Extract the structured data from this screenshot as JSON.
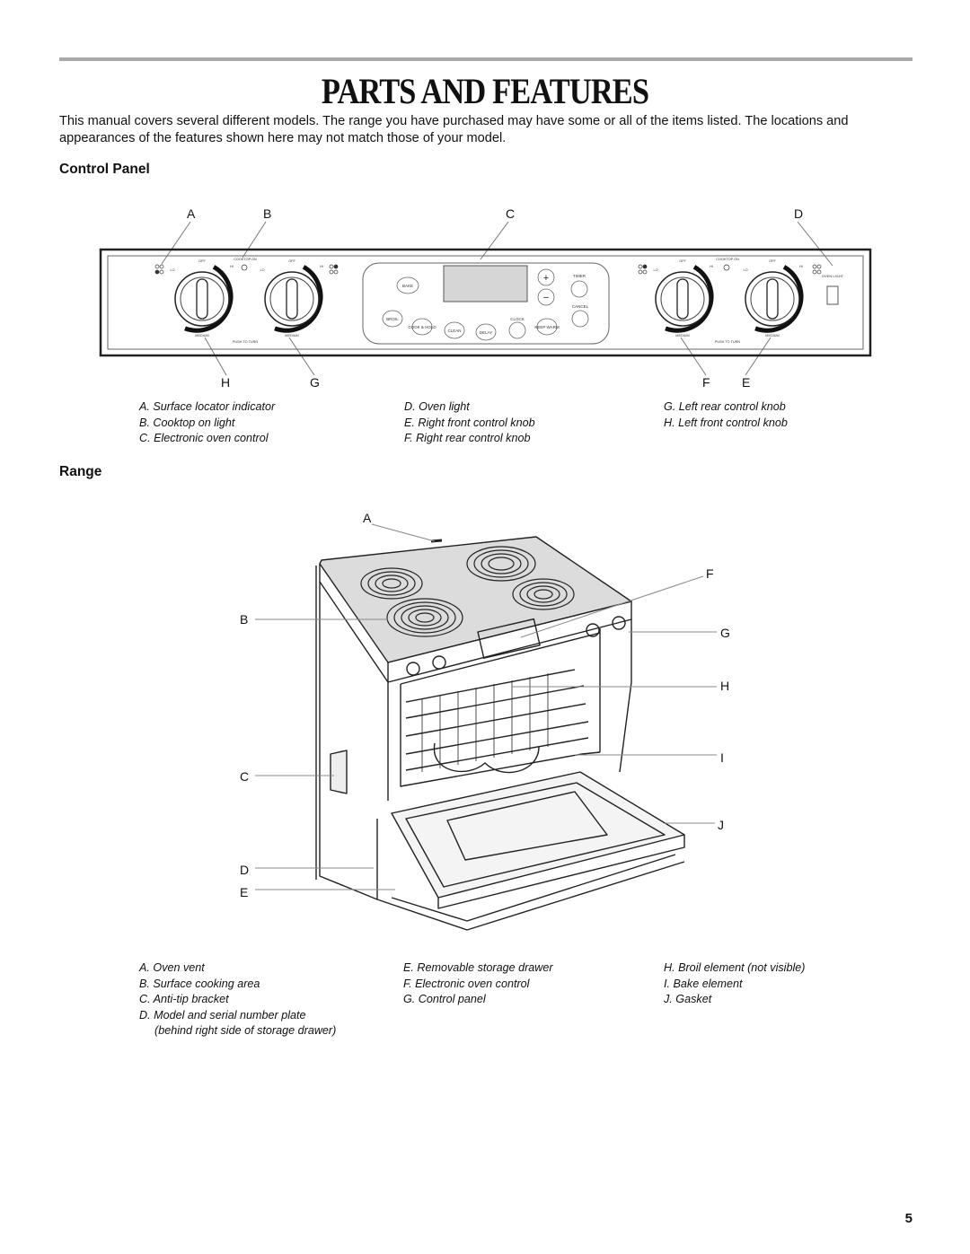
{
  "page": {
    "title": "PARTS AND FEATURES",
    "intro": "This manual covers several different models. The range you have purchased may have some or all of the items listed. The locations and appearances of the features shown here may not match those of your model.",
    "page_number": "5"
  },
  "control_panel": {
    "heading": "Control Panel",
    "callouts": {
      "a": "A",
      "b": "B",
      "c": "C",
      "d": "D",
      "e": "E",
      "f": "F",
      "g": "G",
      "h": "H"
    },
    "legend": {
      "col1": [
        "A. Surface locator indicator",
        "B. Cooktop on light",
        "C. Electronic oven control"
      ],
      "col2": [
        "D. Oven light",
        "E. Right front control knob",
        "F. Right rear control knob"
      ],
      "col3": [
        "G. Left rear control knob",
        "H. Left front control knob"
      ]
    },
    "panel_labels": {
      "off": "OFF",
      "hi": "HI",
      "lo": "LO",
      "medium": "MEDIUM",
      "cooktop_on": "COOKTOP ON",
      "push_to_turn": "PUSH TO TURN",
      "bake": "BAKE",
      "broil": "BROIL",
      "cook_hold": "COOK & HOLD",
      "clean": "CLEAN",
      "delay": "DELAY",
      "clock": "CLOCK",
      "keep_warm": "KEEP WARM",
      "timer": "TIMER",
      "cancel": "CANCEL",
      "plus": "+",
      "minus": "−",
      "oven_light": "OVEN LIGHT"
    }
  },
  "range": {
    "heading": "Range",
    "callouts": {
      "a": "A",
      "b": "B",
      "c": "C",
      "d": "D",
      "e": "E",
      "f": "F",
      "g": "G",
      "h": "H",
      "i": "I",
      "j": "J"
    },
    "legend": {
      "col1": [
        "A. Oven vent",
        "B. Surface cooking area",
        "C. Anti-tip bracket",
        "D. Model and serial number plate",
        "(behind right side of storage drawer)"
      ],
      "col2": [
        "E. Removable storage drawer",
        "F. Electronic oven control",
        "G. Control panel"
      ],
      "col3": [
        "H. Broil element (not visible)",
        "I. Bake element",
        "J. Gasket"
      ]
    }
  }
}
